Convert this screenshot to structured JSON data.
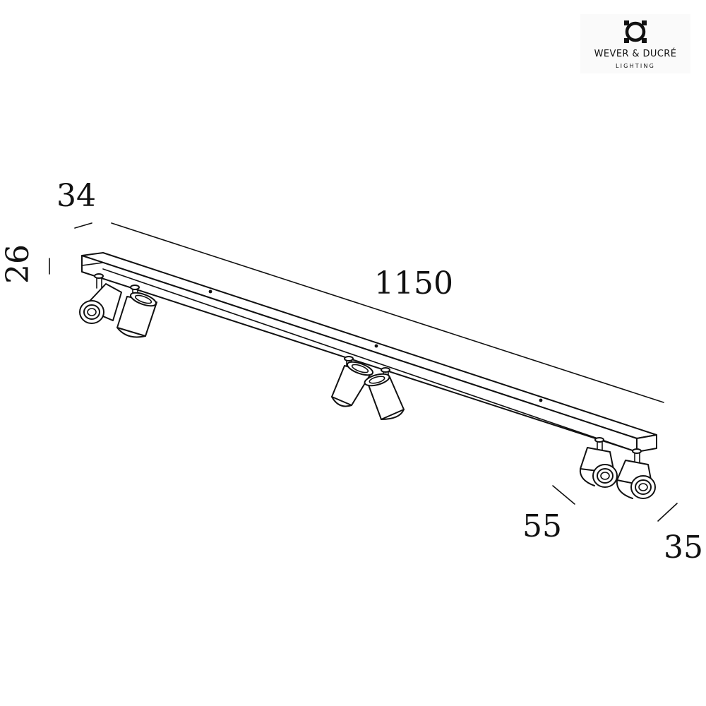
{
  "brand": {
    "name": "WEVER & DUCRÉ",
    "subtitle": "LIGHTING",
    "logo_icon": "ring-with-four-tabs-icon"
  },
  "dimensions": {
    "length": "1150",
    "depth": "34",
    "height": "26",
    "spot_projection": "55",
    "spot_diameter": "35"
  },
  "fixture": {
    "spot_count": 6
  }
}
